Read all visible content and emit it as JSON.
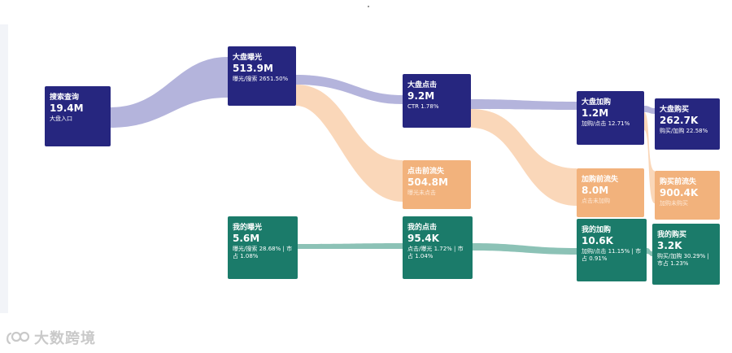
{
  "colors": {
    "dark": "#26267f",
    "orange": "#f2b27c",
    "green": "#1b7b6a",
    "flow_dark": "#b4b4dc",
    "flow_orange": "#fad7b9",
    "flow_green": "#8cc2b6"
  },
  "nodes": {
    "search_query": {
      "title": "搜索查询",
      "value": "19.4M",
      "sub": "大盘入口"
    },
    "market_exposure": {
      "title": "大盘曝光",
      "value": "513.9M",
      "sub": "曝光/搜索 2651.50%"
    },
    "market_click": {
      "title": "大盘点击",
      "value": "9.2M",
      "sub": "CTR 1.78%"
    },
    "market_cart": {
      "title": "大盘加购",
      "value": "1.2M",
      "sub": "加购/点击 12.71%"
    },
    "market_purchase": {
      "title": "大盘购买",
      "value": "262.7K",
      "sub": "购买/加购 22.58%"
    },
    "loss_before_click": {
      "title": "点击前流失",
      "value": "504.8M",
      "sub": "曝光未点击"
    },
    "loss_before_cart": {
      "title": "加购前流失",
      "value": "8.0M",
      "sub": "点击未加购"
    },
    "loss_before_purchase": {
      "title": "购买前流失",
      "value": "900.4K",
      "sub": "加购未购买"
    },
    "my_exposure": {
      "title": "我的曝光",
      "value": "5.6M",
      "sub": "曝光/搜索 28.68% | 市占 1.08%"
    },
    "my_click": {
      "title": "我的点击",
      "value": "95.4K",
      "sub": "点击/曝光 1.72% | 市占 1.04%"
    },
    "my_cart": {
      "title": "我的加购",
      "value": "10.6K",
      "sub": "加购/点击 11.15% | 市占 0.91%"
    },
    "my_purchase": {
      "title": "我的购买",
      "value": "3.2K",
      "sub": "购买/加购 30.29% | 市占 1.23%"
    }
  },
  "watermark": {
    "text": "大数跨境"
  }
}
